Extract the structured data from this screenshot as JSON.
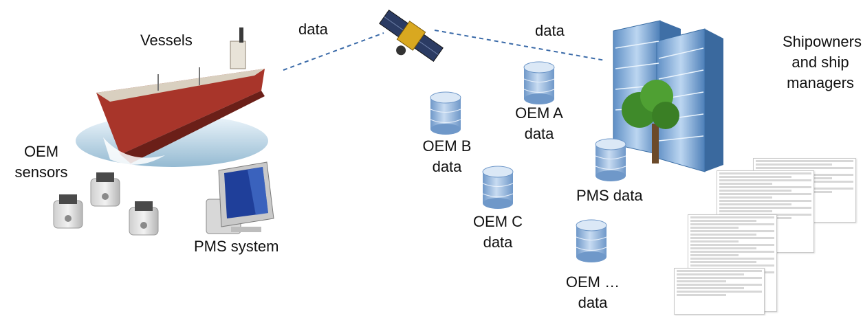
{
  "labels": {
    "vessels": "Vessels",
    "data_left": "data",
    "data_right": "data",
    "shipowners_line1": "Shipowners",
    "shipowners_line2": "and ship",
    "shipowners_line3": "managers",
    "oem_sensors_line1": "OEM",
    "oem_sensors_line2": "sensors",
    "pms_system": "PMS system",
    "oem_a_line1": "OEM A",
    "oem_a_line2": "data",
    "oem_b_line1": "OEM B",
    "oem_b_line2": "data",
    "oem_c_line1": "OEM C",
    "oem_c_line2": "data",
    "pms_data": "PMS data",
    "oem_more_line1": "OEM …",
    "oem_more_line2": "data"
  },
  "colors": {
    "link_line": "#3a6aa8",
    "db_top": "#dbe8f6",
    "db_body": "#8fb3dc",
    "building": "#7fb0e0",
    "hull": "#b23a2c",
    "tree": "#3f8a2a"
  },
  "icons": [
    "ship-icon",
    "satellite-icon",
    "building-icon",
    "database-icon",
    "sensor-icon",
    "computer-icon",
    "spreadsheet-icon"
  ]
}
